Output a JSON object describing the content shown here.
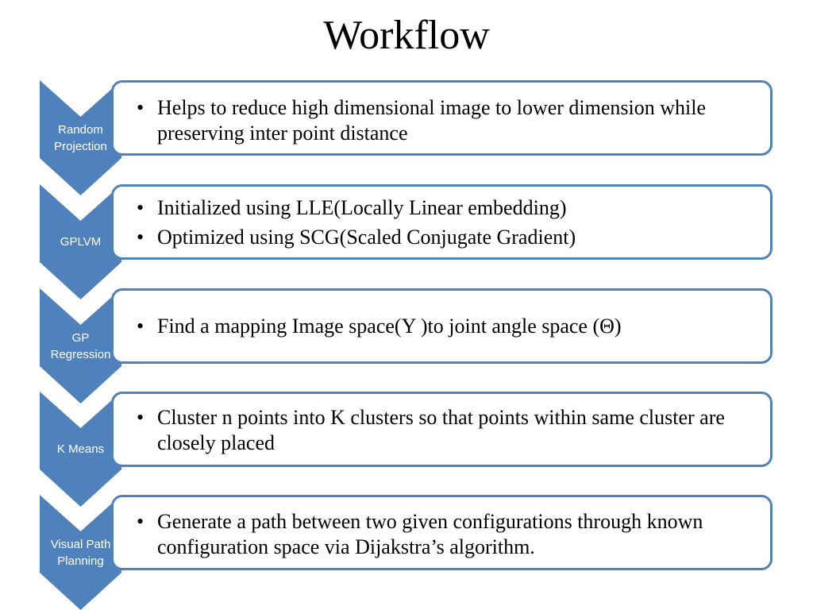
{
  "title": "Workflow",
  "colors": {
    "accent": "#4f81bd",
    "text_on_accent": "#ffffff"
  },
  "steps": [
    {
      "label": "Random Projection",
      "bullets": [
        "Helps to reduce high dimensional image to lower dimension while preserving inter point distance"
      ]
    },
    {
      "label": "GPLVM",
      "bullets": [
        "Initialized using LLE(Locally Linear embedding)",
        "Optimized using SCG(Scaled Conjugate Gradient)"
      ]
    },
    {
      "label": "GP Regression",
      "bullets": [
        "Find a mapping Image space(Y )to joint angle space (Θ)"
      ]
    },
    {
      "label": "K Means",
      "bullets": [
        "Cluster n points into K clusters so that points within same cluster are closely placed"
      ]
    },
    {
      "label": "Visual Path Planning",
      "bullets": [
        "Generate a path between two given configurations through known configuration space via Dijakstra’s algorithm."
      ]
    }
  ]
}
